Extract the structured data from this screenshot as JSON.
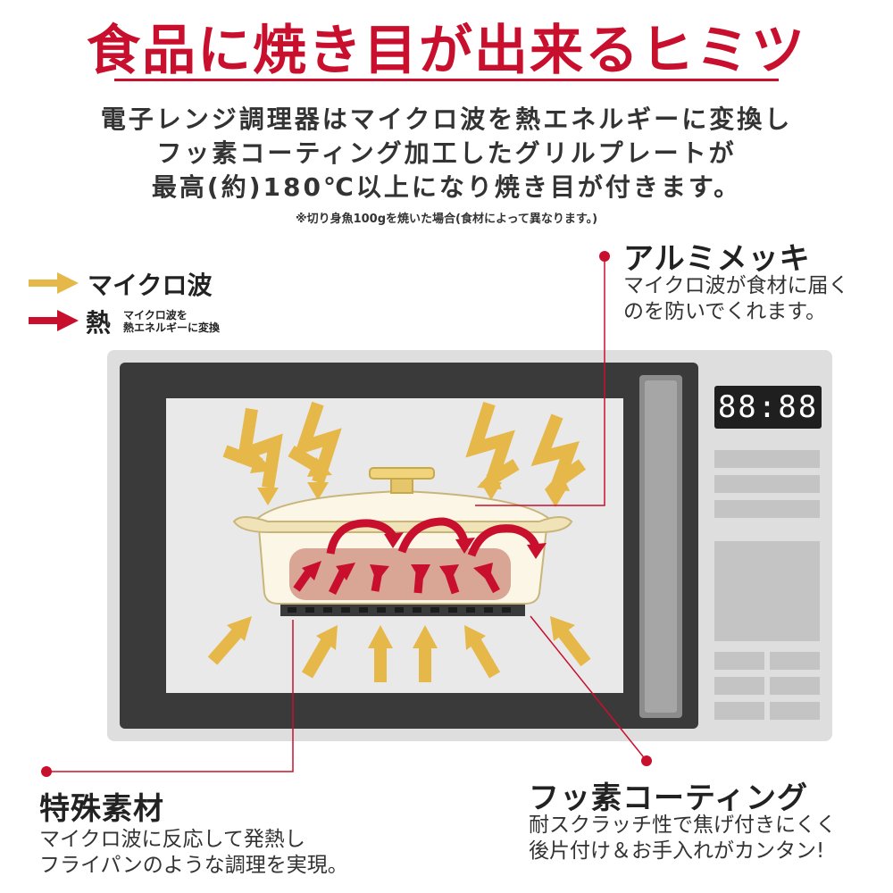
{
  "title": "食品に焼き目が出来るヒミツ",
  "intro_lines": [
    "電子レンジ調理器はマイクロ波を熱エネルギーに変換し",
    "フッ素コーティング加工したグリルプレートが",
    "最高(約)180℃以上になり焼き目が付きます。"
  ],
  "footnote": "※切り身魚100gを焼いた場合(食材によって異なります。)",
  "legend": {
    "microwave": {
      "label": "マイクロ波",
      "color": "#e6b84a",
      "icon": "yellow-arrow-icon"
    },
    "heat": {
      "label": "熱",
      "note_lines": [
        "マイクロ波を",
        "熱エネルギーに変換"
      ],
      "color": "#c8102e",
      "icon": "red-arrow-icon"
    }
  },
  "annotations": {
    "aluminum": {
      "title": "アルミメッキ",
      "desc_lines": [
        "マイクロ波が食材に届く",
        "のを防いでくれます。"
      ]
    },
    "material": {
      "title": "特殊素材",
      "desc_lines": [
        "マイクロ波に反応して発熱し",
        "フライパンのような調理を実現。"
      ]
    },
    "fluoro": {
      "title": "フッ素コーティング",
      "desc_lines": [
        "耐スクラッチ性で焦げ付きにくく",
        "後片付け＆お手入れがカンタン!"
      ]
    }
  },
  "microwave_oven": {
    "clock_display": "88:88"
  },
  "colors": {
    "accent": "#c8102e",
    "microwave_arrow": "#e6b84a",
    "heat_arrow": "#c8102e",
    "leader_line": "#c8102e"
  }
}
